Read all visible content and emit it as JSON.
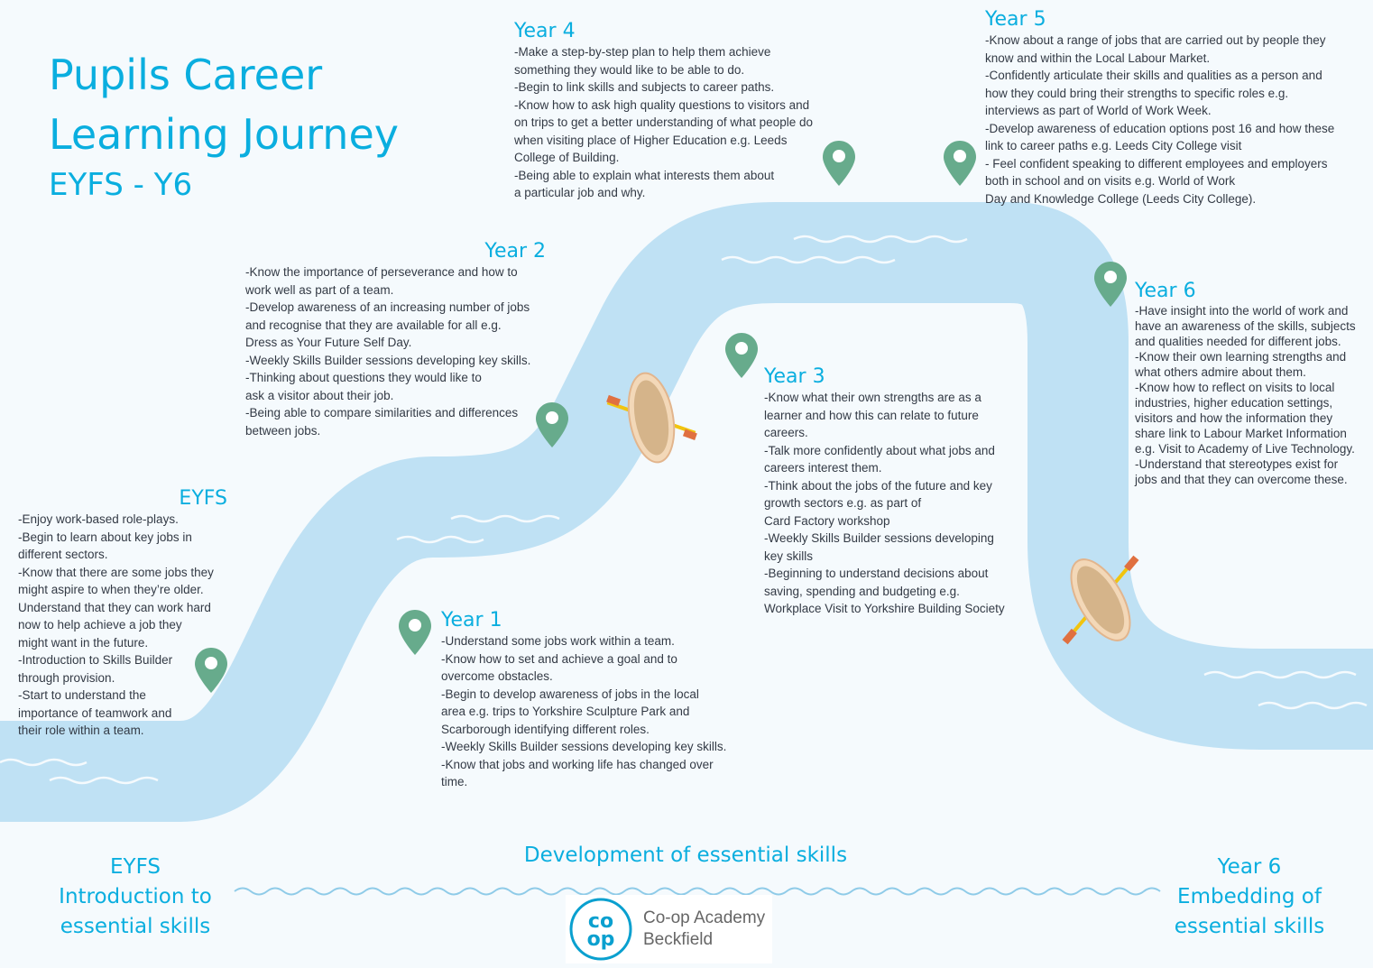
{
  "title": {
    "line1": "Pupils Career",
    "line2": "Learning Journey",
    "subtitle": "EYFS - Y6"
  },
  "stages": [
    {
      "heading": "EYFS",
      "text": "-Enjoy work-based role-plays.\n-Begin to learn about key jobs in\ndifferent sectors.\n-Know that there are some jobs they\nmight aspire to when they’re older.\nUnderstand that they can work hard\nnow to help achieve a job they\nmight want in the future.\n-Introduction to Skills Builder\nthrough provision.\n-Start to understand the\nimportance of teamwork and\ntheir role within a team."
    },
    {
      "heading": "Year 1",
      "text": "-Understand some jobs work within a team.\n-Know how to set and achieve a goal and to\novercome obstacles.\n-Begin to develop awareness of jobs in the local\narea e.g. trips to Yorkshire Sculpture Park and\nScarborough identifying different roles.\n-Weekly Skills Builder sessions developing key skills.\n-Know that jobs and working life has changed over\ntime."
    },
    {
      "heading": "Year 2",
      "text": "-Know the importance of perseverance and how to\nwork well as part of a team.\n-Develop awareness of an increasing number of jobs\nand recognise that they are available for all e.g.\nDress as Your Future Self Day.\n-Weekly Skills Builder sessions developing key skills.\n-Thinking about questions they would like to\nask a visitor about their job.\n-Being able to compare similarities and differences\nbetween jobs."
    },
    {
      "heading": "Year 3",
      "text": "-Know what their own strengths are as a\nlearner and how this can relate to future\ncareers.\n-Talk more confidently about what jobs and\ncareers interest them.\n-Think about the jobs of the future and key\ngrowth sectors e.g. as part of\nCard Factory workshop\n-Weekly Skills Builder sessions developing\nkey skills\n-Beginning to understand decisions about\nsaving, spending and budgeting e.g.\nWorkplace Visit to Yorkshire Building Society"
    },
    {
      "heading": "Year 4",
      "text": "-Make a step-by-step plan to help them achieve\nsomething they would like to be able to do.\n-Begin to link skills and subjects to career paths.\n-Know how to ask high quality questions to visitors and\non trips to get a better understanding of what people do\nwhen visiting place of Higher Education e.g. Leeds\nCollege of Building.\n-Being able to explain what interests them about\na particular job and why."
    },
    {
      "heading": "Year 5",
      "text": "-Know about a range of jobs that are carried out by people they\nknow and within the Local Labour Market.\n-Confidently articulate their skills and qualities as a person and\nhow they could bring their strengths to specific roles e.g.\ninterviews as part of World of Work Week.\n-Develop awareness of education options post 16 and how these\nlink to career paths e.g. Leeds City College visit\n- Feel confident speaking to different employees and employers\nboth in school and on visits e.g. World of Work\nDay and Knowledge College (Leeds City College)."
    },
    {
      "heading": "Year 6",
      "text": "-Have insight into the world of work and\nhave an awareness of the skills, subjects\nand qualities needed for different jobs.\n-Know their own learning strengths and\nwhat others admire about them.\n-Know how to reflect on visits to local\nindustries, higher education settings,\nvisitors and how the information they\nshare link to Labour Market Information\ne.g. Visit to Academy of Live Technology.\n-Understand that stereotypes exist for\njobs and that they can overcome these."
    }
  ],
  "footer": {
    "left": "EYFS\nIntroduction to\nessential skills",
    "center": "Development of essential skills",
    "right": "Year 6\nEmbedding of\nessential skills"
  },
  "logo": {
    "mark": "co op",
    "name_line1": "Co-op Academy",
    "name_line2": "Beckfield"
  },
  "colors": {
    "accent": "#0aaedf",
    "river": "#bfe1f4",
    "pin": "#67ab8c",
    "background": "#f5fafd"
  }
}
